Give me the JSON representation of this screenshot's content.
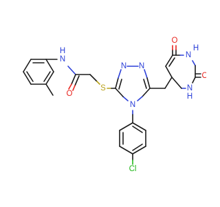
{
  "atom_labels": {
    "amide_nh": "N",
    "amide_h": "H",
    "carbonyl_o": "O",
    "sulfur": "S",
    "triazole_n1": "N",
    "triazole_n2": "N",
    "triazole_n4": "N",
    "pyr_o_top": "O",
    "pyr_nh_top": "N",
    "pyr_h_top": "H",
    "pyr_o_right": "O",
    "pyr_nh_bottom": "N",
    "pyr_h_bottom": "H",
    "chlorine": "Cl"
  },
  "colors": {
    "carbon": "#1a1a1a",
    "nitrogen": "#2b3fd8",
    "oxygen": "#e8251f",
    "sulfur": "#b9a21b",
    "chlorine": "#22b81a"
  }
}
